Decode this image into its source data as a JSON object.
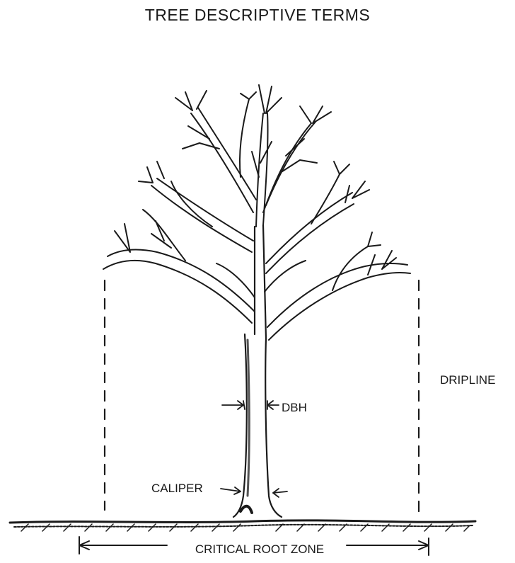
{
  "title": "TREE DESCRIPTIVE TERMS",
  "labels": {
    "dbh": "DBH",
    "dripline": "DRIPLINE",
    "caliper": "CALIPER",
    "critical_root_zone": "CRITICAL ROOT ZONE"
  },
  "colors": {
    "ink": "#1a1a1a",
    "background": "#ffffff"
  }
}
